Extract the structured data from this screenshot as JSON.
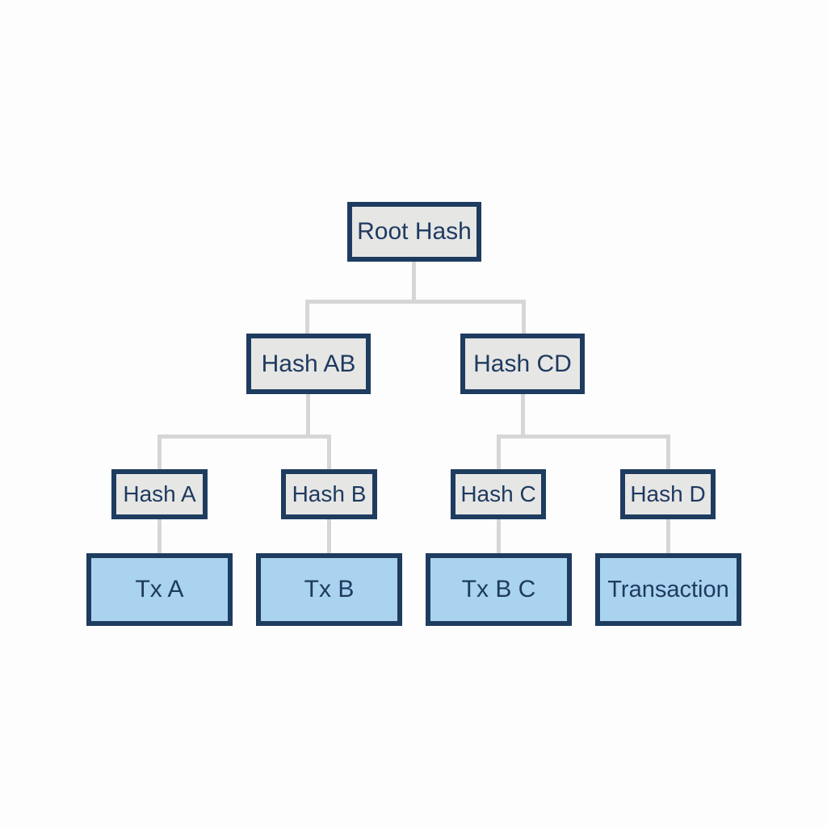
{
  "diagram": {
    "type": "merkle-tree",
    "colors": {
      "background": "#fdfdfd",
      "node_border": "#1e3c5f",
      "gray_fill": "#e6e6e5",
      "blue_fill": "#a9d3ef",
      "text": "#1e3a5f",
      "connector": "#d6d6d6"
    },
    "nodes": {
      "root": {
        "label": "Root Hash"
      },
      "hash_ab": {
        "label": "Hash AB"
      },
      "hash_cd": {
        "label": "Hash CD"
      },
      "hash_a": {
        "label": "Hash A"
      },
      "hash_b": {
        "label": "Hash B"
      },
      "hash_c": {
        "label": "Hash C"
      },
      "hash_d": {
        "label": "Hash D"
      },
      "tx_a": {
        "label": "Tx A"
      },
      "tx_b": {
        "label": "Tx B"
      },
      "tx_bc": {
        "label": "Tx B C"
      },
      "transaction": {
        "label": "Transaction"
      }
    },
    "edges": [
      [
        "root",
        "hash_ab"
      ],
      [
        "root",
        "hash_cd"
      ],
      [
        "hash_ab",
        "hash_a"
      ],
      [
        "hash_ab",
        "hash_b"
      ],
      [
        "hash_cd",
        "hash_c"
      ],
      [
        "hash_cd",
        "hash_d"
      ],
      [
        "hash_a",
        "tx_a"
      ],
      [
        "hash_b",
        "tx_b"
      ],
      [
        "hash_c",
        "tx_bc"
      ],
      [
        "hash_d",
        "transaction"
      ]
    ]
  }
}
